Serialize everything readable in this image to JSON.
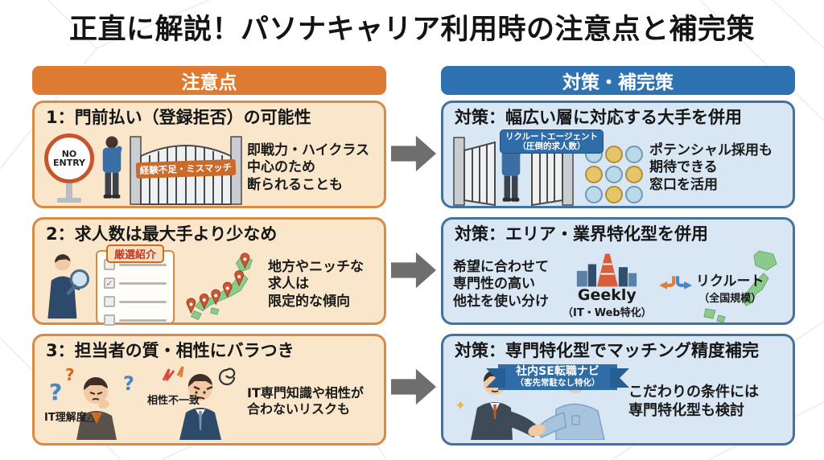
{
  "title": "正直に解説！パソナキャリア利用時の注意点と補完策",
  "colors": {
    "accent_orange": "#dd7b33",
    "accent_blue": "#2f72b2",
    "left_box_bg": "#fae7cb",
    "left_box_border": "#d98a45",
    "right_box_bg": "#d8e7f3",
    "right_box_border": "#44719f",
    "arrow_gray": "#6e6e6e",
    "map_green": "#8cc98c",
    "pin_red": "#cf5533"
  },
  "icons": {
    "question": "?",
    "sparkle": "✦",
    "check": "✓"
  },
  "left": {
    "header": "注意点",
    "boxes": [
      {
        "title": "1：門前払い（登録拒否）の可能性",
        "sign": "NO\nENTRY",
        "banner": "経験不足・ミスマッチ",
        "caption": "即戦力・ハイクラス\n中心のため\n断られることも"
      },
      {
        "title": "2：求人数は最大手より少なめ",
        "card_label": "厳選紹介",
        "caption": "地方やニッチな\n求人は\n限定的な傾向"
      },
      {
        "title": "3：担当者の質・相性にバラつき",
        "label_understanding": "IT理解度△",
        "label_mismatch": "相性不一致",
        "caption": "IT専門知識や相性が\n合わないリスクも"
      }
    ]
  },
  "right": {
    "header": "対策・補完策",
    "boxes": [
      {
        "title": "対策：幅広い層に対応する大手を併用",
        "tag": "リクルートエージェント\n（圧倒的求人数）",
        "caption": "ポテンシャル採用も\n期待できる\n窓口を活用"
      },
      {
        "title": "対策：エリア・業界特化型を併用",
        "caption": "希望に合わせて\n専門性の高い\n他社を使い分け",
        "brand_left": "Geekly",
        "brand_left_sub": "（IT・Web特化）",
        "brand_right": "リクルート",
        "brand_right_sub": "（全国規模）"
      },
      {
        "title": "対策：専門特化型でマッチング精度補完",
        "ribbon": "社内SE転職ナビ",
        "ribbon_sub": "（客先常駐なし特化）",
        "caption": "こだわりの条件には\n専門特化型も検討"
      }
    ]
  }
}
